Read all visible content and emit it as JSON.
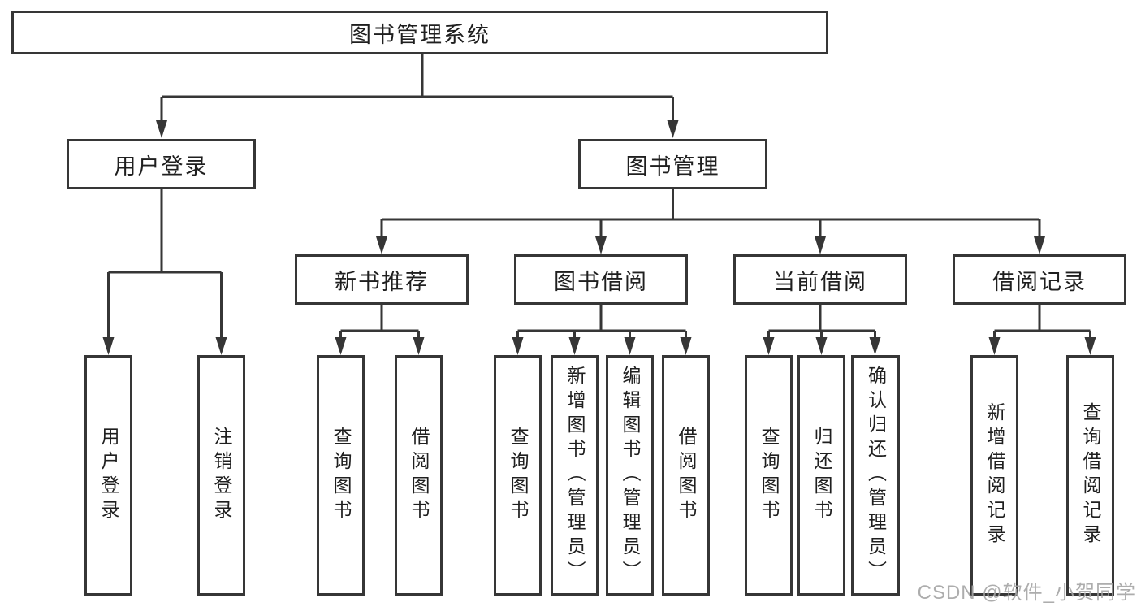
{
  "colors": {
    "line": "#363636",
    "box_border": "#363636",
    "text": "#1f1f1f",
    "background": "#ffffff",
    "watermark": "#a4a4a4"
  },
  "watermark": "CSDN @软件_小贺同学",
  "tree": {
    "label": "图书管理系统",
    "children": [
      {
        "label": "用户登录",
        "children": [
          {
            "label": "用户登录"
          },
          {
            "label": "注销登录"
          }
        ]
      },
      {
        "label": "图书管理",
        "children": [
          {
            "label": "新书推荐",
            "children": [
              {
                "label": "查询图书"
              },
              {
                "label": "借阅图书"
              }
            ]
          },
          {
            "label": "图书借阅",
            "children": [
              {
                "label": "查询图书"
              },
              {
                "label": "新增图书（管理员）"
              },
              {
                "label": "编辑图书（管理员）"
              },
              {
                "label": "借阅图书"
              }
            ]
          },
          {
            "label": "当前借阅",
            "children": [
              {
                "label": "查询图书"
              },
              {
                "label": "归还图书"
              },
              {
                "label": "确认归还（管理员）"
              }
            ]
          },
          {
            "label": "借阅记录",
            "children": [
              {
                "label": "新增借阅记录"
              },
              {
                "label": "查询借阅记录"
              }
            ]
          }
        ]
      }
    ]
  }
}
